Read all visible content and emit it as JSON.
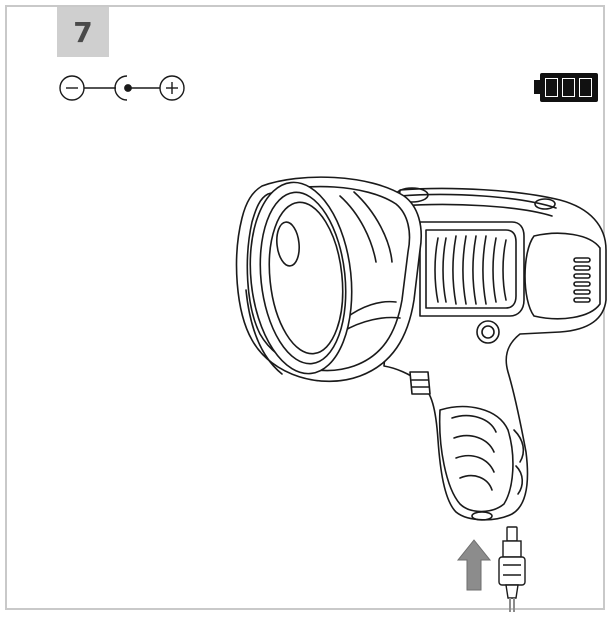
{
  "step": {
    "number": "7"
  },
  "polarity": {
    "negative": "−",
    "positive": "+"
  },
  "icons": {
    "polarity": "dc-polarity-icon",
    "battery": "battery-full-icon",
    "arrow": "insert-arrow-icon",
    "plug": "dc-plug-icon",
    "device": "spotlight-device"
  },
  "battery": {
    "level_fraction": 1.0,
    "bars_filled": 3,
    "bars_total": 3
  },
  "colors": {
    "border": "#c9c9c9",
    "badge_bg": "#cfcfcf",
    "badge_text": "#4a4a4a",
    "arrow": "#8c8c8c",
    "line": "#1a1a1a"
  }
}
